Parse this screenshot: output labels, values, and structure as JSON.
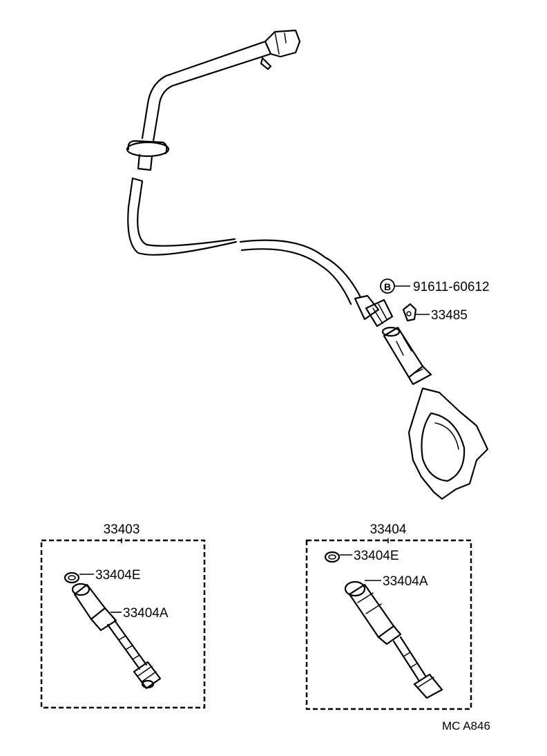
{
  "labels": {
    "bolt_symbol": "B",
    "bolt_part": "91611-60612",
    "retainer_part": "33485",
    "kit_left": "33403",
    "kit_right": "33404",
    "left_sleeve": "33404E",
    "left_gear_assy": "33404A",
    "right_sleeve": "33404E",
    "right_gear_assy": "33404A",
    "figure_code": "MC A846"
  }
}
